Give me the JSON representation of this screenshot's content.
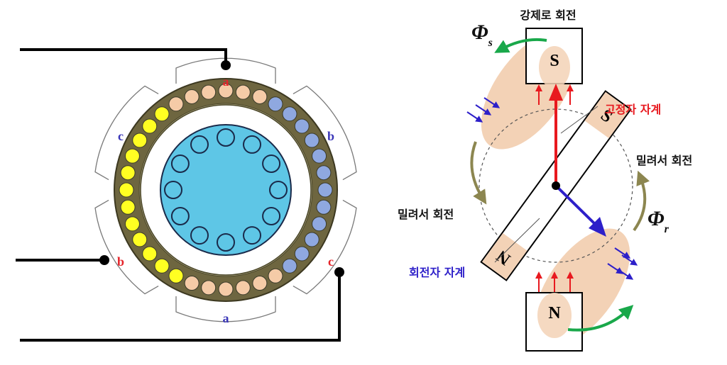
{
  "left_diagram": {
    "phase_labels": {
      "a_top": "a",
      "b_right": "b",
      "c_left": "c",
      "a_bottom": "a",
      "b_terminal": "b",
      "c_terminal": "c"
    }
  },
  "right_diagram": {
    "rotor_s": "S",
    "rotor_n": "N",
    "stator_s": "S",
    "stator_n": "N",
    "phi_s": "Φ",
    "phi_s_sub": "s",
    "phi_r": "Φ",
    "phi_r_sub": "r",
    "forced_rotation": "강제로 회전",
    "stator_field": "고정자 자계",
    "pushed_rotation_right": "밀려서 회전",
    "pushed_rotation_left": "밀려서 회전",
    "rotor_field": "회전자 자계"
  },
  "colors": {
    "phase_a": "#e5242a",
    "phase_b": "#3a36b8",
    "stator_ring": "#6e6640",
    "stator_inner": "#a39c78",
    "coil_a": "#f5cba7",
    "coil_b": "#8fa8e0",
    "coil_c": "#ffff22",
    "rotor": "#5ec6e6",
    "flux_glow": "#f3d2b6",
    "green_arrow": "#19a84a",
    "olive_arrow": "#8c8650",
    "stator_field_arrow": "#e8191f",
    "rotor_field_arrow": "#2d1fc9"
  }
}
